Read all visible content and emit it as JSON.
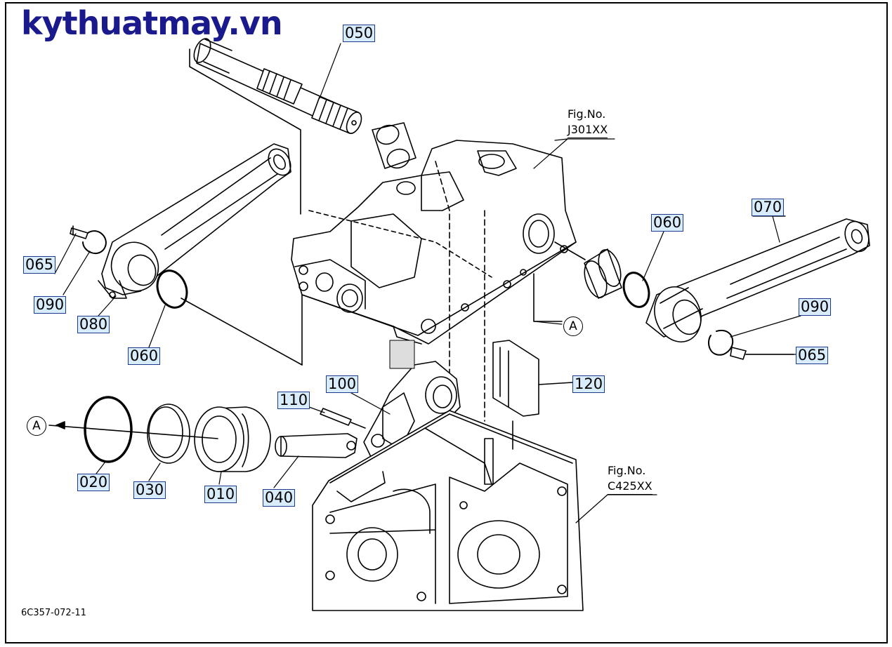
{
  "watermark": "kythuatmay.vn",
  "figure_code": "6C357-072-11",
  "fig_refs": [
    {
      "label": "Fig.No.",
      "number": "J301XX"
    },
    {
      "label": "Fig.No.",
      "number": "C425XX"
    }
  ],
  "view_marker": "A",
  "parts": {
    "p050": "050",
    "p070": "070",
    "p060_right": "060",
    "p090_right": "090",
    "p065_right": "065",
    "p065_left": "065",
    "p090_left": "090",
    "p080": "080",
    "p060_left": "060",
    "p100": "100",
    "p110": "110",
    "p120": "120",
    "p020": "020",
    "p030": "030",
    "p010": "010",
    "p040": "040"
  }
}
